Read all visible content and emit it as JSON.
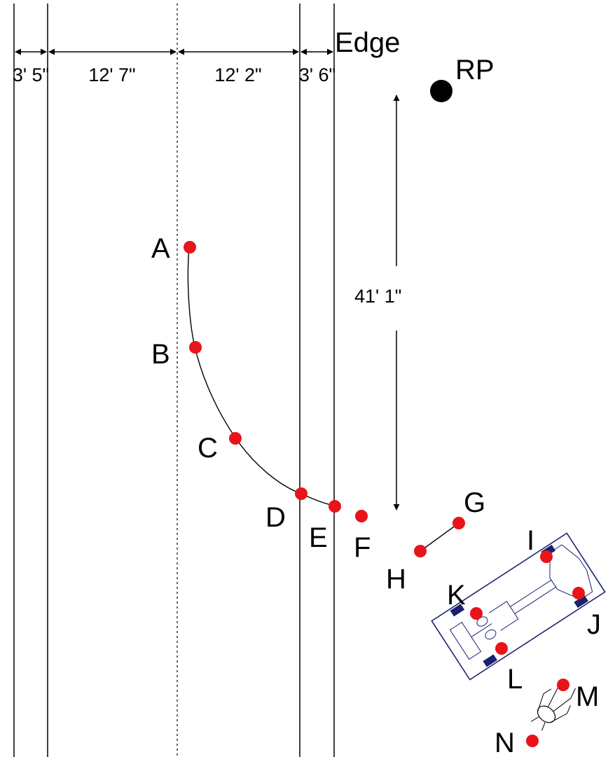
{
  "labels": {
    "edge": "Edge",
    "reference_point": "RP",
    "vertical_distance": "41' 1\""
  },
  "dimensions": [
    {
      "id": "lane1",
      "text": "3' 5\""
    },
    {
      "id": "lane2",
      "text": "12' 7\""
    },
    {
      "id": "lane3",
      "text": "12' 2\""
    },
    {
      "id": "lane4",
      "text": "3' 6\""
    }
  ],
  "points": [
    {
      "id": "A",
      "label": "A"
    },
    {
      "id": "B",
      "label": "B"
    },
    {
      "id": "C",
      "label": "C"
    },
    {
      "id": "D",
      "label": "D"
    },
    {
      "id": "E",
      "label": "E"
    },
    {
      "id": "F",
      "label": "F"
    },
    {
      "id": "G",
      "label": "G"
    },
    {
      "id": "H",
      "label": "H"
    },
    {
      "id": "I",
      "label": "I"
    },
    {
      "id": "J",
      "label": "J"
    },
    {
      "id": "K",
      "label": "K"
    },
    {
      "id": "L",
      "label": "L"
    },
    {
      "id": "M",
      "label": "M"
    },
    {
      "id": "N",
      "label": "N"
    }
  ],
  "icons": {
    "reference_point": "filled-circle-icon",
    "vehicle": "car-outline-icon",
    "person": "pedestrian-icon"
  },
  "colors": {
    "point": "#e8141a",
    "reference_point": "#000000",
    "vehicle": "#1a2270",
    "line": "#000000"
  }
}
